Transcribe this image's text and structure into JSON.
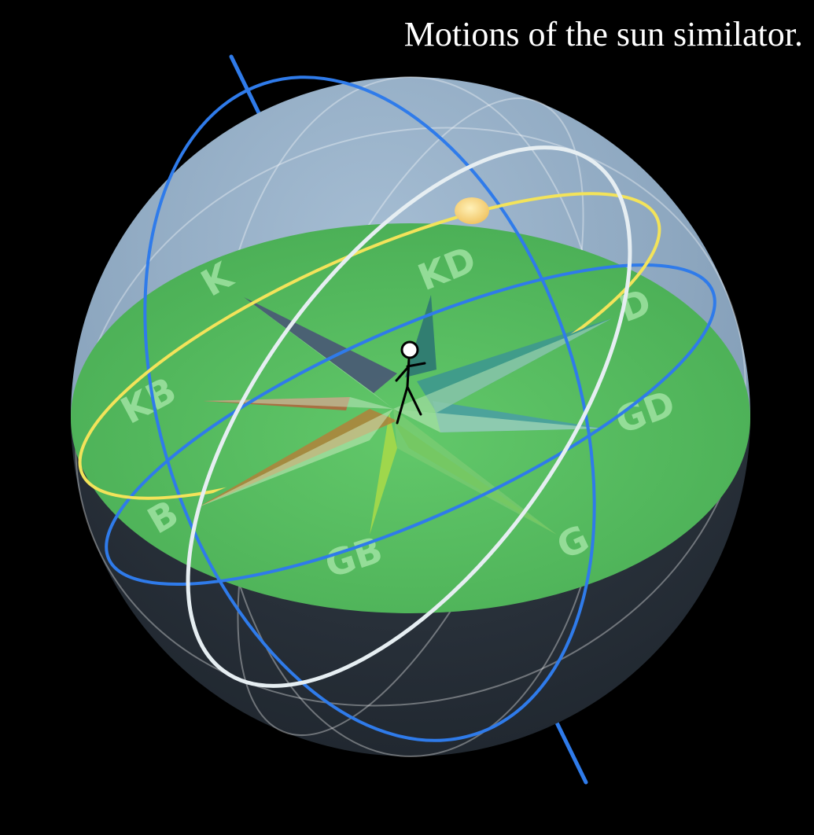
{
  "title": "Motions of the sun similator.",
  "directions": {
    "k": "K",
    "kd": "KD",
    "d": "D",
    "gd": "GD",
    "g": "G",
    "gb": "GB",
    "b": "B",
    "kb": "KB"
  },
  "colors": {
    "background": "#000000",
    "sky_dome": "#8fa9c2",
    "ground": "#52b85c",
    "celestial_axis": "#2f7bea",
    "ecliptic": "#f3e35a",
    "sun_path": "#e6eef2",
    "sun": "#f7d27a"
  }
}
